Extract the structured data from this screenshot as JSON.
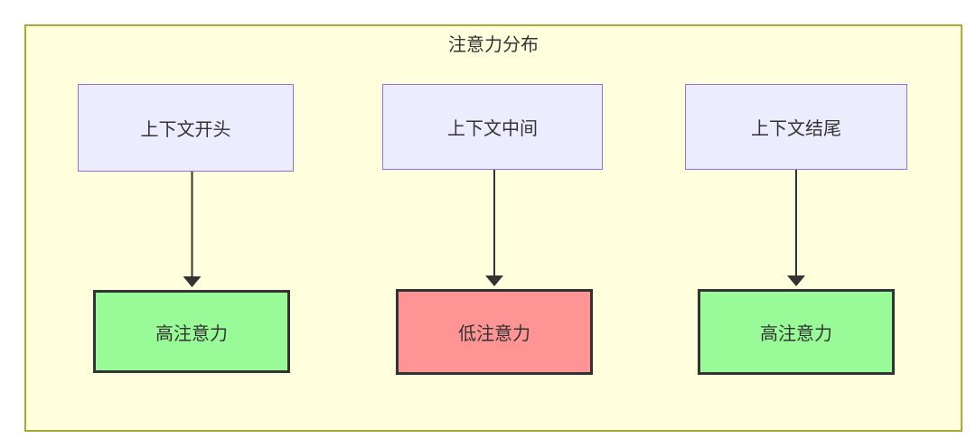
{
  "diagram": {
    "title": "注意力分布",
    "colors": {
      "container_bg": "#FFFFDE",
      "container_border": "#AAAA33",
      "context_node_bg": "#ECECFF",
      "context_node_border": "#9370DB",
      "high_attention_bg": "#98FB98",
      "low_attention_bg": "#FF9494",
      "attention_node_border": "#333333",
      "arrow": "#333333",
      "text": "#333333"
    },
    "columns": [
      {
        "source": {
          "label": "上下文开头"
        },
        "target": {
          "label": "高注意力",
          "level": "high",
          "bg": "#98FB98"
        }
      },
      {
        "source": {
          "label": "上下文中间"
        },
        "target": {
          "label": "低注意力",
          "level": "low",
          "bg": "#FF9494"
        }
      },
      {
        "source": {
          "label": "上下文结尾"
        },
        "target": {
          "label": "高注意力",
          "level": "high",
          "bg": "#98FB98"
        }
      }
    ]
  }
}
